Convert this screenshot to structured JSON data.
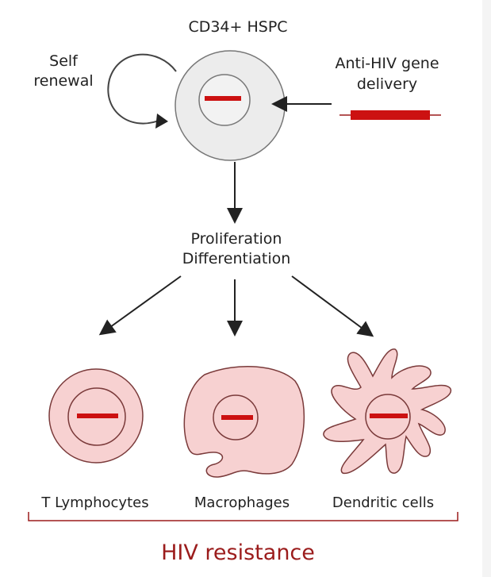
{
  "diagram": {
    "top_cell_label": "CD34+ HSPC",
    "self_renewal": {
      "line1": "Self",
      "line2": "renewal"
    },
    "gene_delivery": {
      "line1": "Anti-HIV gene",
      "line2": "delivery"
    },
    "process": {
      "line1": "Proliferation",
      "line2": "Differentiation"
    },
    "cells": [
      {
        "label": "T Lymphocytes"
      },
      {
        "label": "Macrophages"
      },
      {
        "label": "Dendritic cells"
      }
    ],
    "outcome_label": "HIV resistance"
  },
  "colors": {
    "gene_red": "#cc1111",
    "cell_fill": "#f7d1d1",
    "cell_stroke": "#7a3a3a",
    "stem_cell_fill": "#ececec",
    "stem_cell_stroke": "#777777",
    "outcome_text": "#9b1c1c",
    "arrow": "#222222"
  }
}
